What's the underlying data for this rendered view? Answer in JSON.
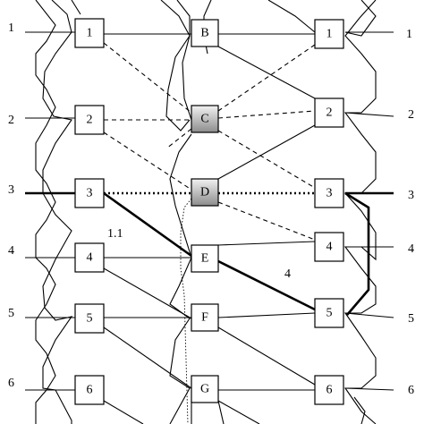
{
  "left_column": [
    "1",
    "2",
    "3",
    "4",
    "5",
    "6"
  ],
  "center_column": [
    "B",
    "C",
    "D",
    "E",
    "F",
    "G"
  ],
  "right_column": [
    "1",
    "2",
    "3",
    "4",
    "5",
    "6"
  ],
  "left_inputs": [
    "1",
    "2",
    "3",
    "4",
    "5",
    "6"
  ],
  "right_outputs": [
    "1",
    "2",
    "3",
    "4",
    "5",
    "6"
  ],
  "annotations": {
    "left_path_label": "1.1",
    "right_path_label": "4"
  },
  "colors": {
    "line": "#000000",
    "highlight_box_top": "#f2f2f2",
    "highlight_box_bottom": "#8c8c8c"
  }
}
